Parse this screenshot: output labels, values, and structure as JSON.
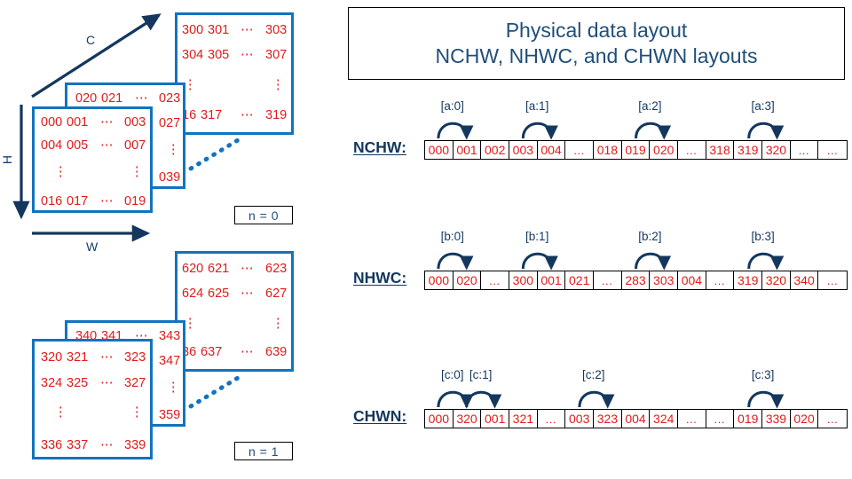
{
  "title": {
    "line1": "Physical data layout",
    "line2": "NCHW, NHWC, and CHWN layouts"
  },
  "colors": {
    "panel_border": "#1273BE",
    "number_red": "#E01B1B",
    "navy": "#14375E",
    "title_blue": "#1F4E79",
    "axis_navy": "#123E6B"
  },
  "tensor": {
    "axes": {
      "c": "C",
      "h": "H",
      "w": "W"
    },
    "groups": [
      {
        "tag": "n = 0",
        "back_panel": {
          "rows": [
            [
              "300",
              "301",
              "⋯",
              "303"
            ],
            [
              "304",
              "305",
              "⋯",
              "307"
            ],
            [
              "⋮",
              "",
              "",
              "⋮"
            ],
            [
              "16",
              "317",
              "⋯",
              "319"
            ]
          ]
        },
        "mid_panel": {
          "rows": [
            [
              "020",
              "021",
              "⋯",
              "023"
            ],
            [
              "",
              "",
              "",
              "027"
            ],
            [
              "",
              "",
              "",
              "⋮"
            ],
            [
              "",
              "",
              "",
              "039"
            ]
          ]
        },
        "front_panel": {
          "rows": [
            [
              "000",
              "001",
              "⋯",
              "003"
            ],
            [
              "004",
              "005",
              "⋯",
              "007"
            ],
            [
              "⋮",
              "",
              "",
              "⋮"
            ],
            [
              "016",
              "017",
              "⋯",
              "019"
            ]
          ]
        }
      },
      {
        "tag": "n = 1",
        "back_panel": {
          "rows": [
            [
              "620",
              "621",
              "⋯",
              "623"
            ],
            [
              "624",
              "625",
              "⋯",
              "627"
            ],
            [
              "⋮",
              "",
              "",
              "⋮"
            ],
            [
              "36",
              "637",
              "⋯",
              "639"
            ]
          ]
        },
        "mid_panel": {
          "rows": [
            [
              "340",
              "341",
              "⋯",
              "343"
            ],
            [
              "",
              "",
              "",
              "347"
            ],
            [
              "",
              "",
              "",
              "⋮"
            ],
            [
              "",
              "",
              "",
              "359"
            ]
          ]
        },
        "front_panel": {
          "rows": [
            [
              "320",
              "321",
              "⋯",
              "323"
            ],
            [
              "324",
              "325",
              "⋯",
              "327"
            ],
            [
              "⋮",
              "",
              "",
              "⋮"
            ],
            [
              "336",
              "337",
              "⋯",
              "339"
            ]
          ]
        }
      }
    ]
  },
  "layouts": [
    {
      "name": "NCHW:",
      "cells": [
        "000",
        "001",
        "002",
        "003",
        "004",
        "…",
        "018",
        "019",
        "020",
        "…",
        "318",
        "319",
        "320",
        "…",
        "…"
      ],
      "arrows": [
        {
          "tag": "[a:0]",
          "from": 0,
          "to": 1
        },
        {
          "tag": "[a:1]",
          "from": 3,
          "to": 4
        },
        {
          "tag": "[a:2]",
          "from": 7,
          "to": 8
        },
        {
          "tag": "[a:3]",
          "from": 11,
          "to": 12
        }
      ]
    },
    {
      "name": "NHWC:",
      "cells": [
        "000",
        "020",
        "…",
        "300",
        "001",
        "021",
        "…",
        "283",
        "303",
        "004",
        "…",
        "319",
        "320",
        "340",
        "…"
      ],
      "arrows": [
        {
          "tag": "[b:0]",
          "from": 0,
          "to": 1
        },
        {
          "tag": "[b:1]",
          "from": 3,
          "to": 4
        },
        {
          "tag": "[b:2]",
          "from": 7,
          "to": 8
        },
        {
          "tag": "[b:3]",
          "from": 11,
          "to": 12
        }
      ]
    },
    {
      "name": "CHWN:",
      "cells": [
        "000",
        "320",
        "001",
        "321",
        "…",
        "003",
        "323",
        "004",
        "324",
        "…",
        "…",
        "019",
        "339",
        "020",
        "…"
      ],
      "arrows": [
        {
          "tag": "[c:0]",
          "from": 0,
          "to": 1
        },
        {
          "tag": "[c:1]",
          "from": 1,
          "to": 2
        },
        {
          "tag": "[c:2]",
          "from": 5,
          "to": 6
        },
        {
          "tag": "[c:3]",
          "from": 11,
          "to": 12
        }
      ]
    }
  ]
}
